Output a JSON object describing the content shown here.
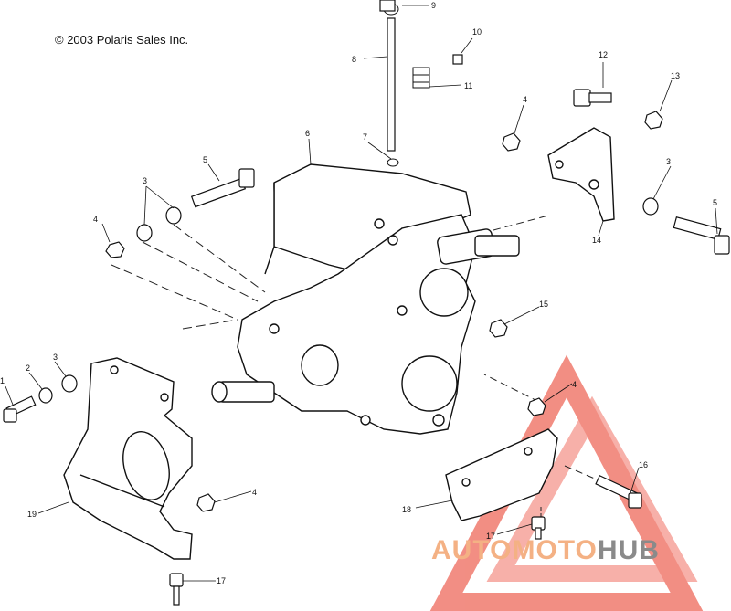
{
  "copyright": "© 2003 Polaris Sales Inc.",
  "callouts": {
    "c1": "1",
    "c2": "2",
    "c3a": "3",
    "c3b": "3",
    "c3c": "3",
    "c4a": "4",
    "c4b": "4",
    "c4c": "4",
    "c4d": "4",
    "c5a": "5",
    "c5b": "5",
    "c6": "6",
    "c7": "7",
    "c8": "8",
    "c9": "9",
    "c10": "10",
    "c11": "11",
    "c12": "12",
    "c13": "13",
    "c14": "14",
    "c15": "15",
    "c16": "16",
    "c17a": "17",
    "c17b": "17",
    "c18": "18",
    "c19": "19"
  },
  "watermark": {
    "part1": "AUTO",
    "part2": "MOTO",
    "part3": "HUB",
    "color_auto": "#f4b184",
    "color_moto": "#f4b184",
    "color_hub": "#8a8a8a",
    "triangle_color": "#e8321f"
  }
}
